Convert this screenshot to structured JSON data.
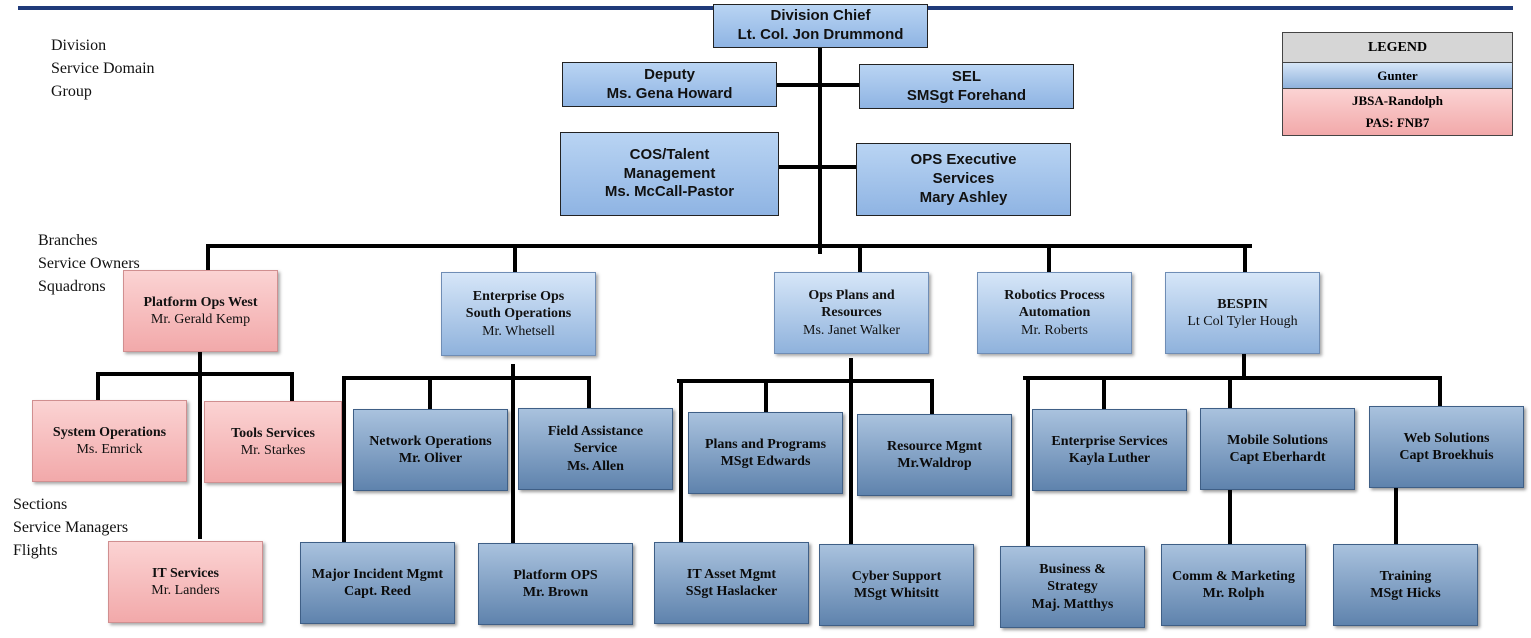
{
  "labels": {
    "division": [
      "Division",
      "Service Domain",
      "Group"
    ],
    "branches": [
      "Branches",
      "Service Owners",
      "Squadrons"
    ],
    "sections": [
      "Sections",
      "Service Managers",
      "Flights"
    ]
  },
  "legend": {
    "title": "LEGEND",
    "gunter": "Gunter",
    "randolph": "JBSA-Randolph",
    "pas": "PAS: FNB7"
  },
  "leadership": {
    "chief": [
      "Division Chief",
      "Lt. Col. Jon Drummond"
    ],
    "deputy": [
      "Deputy",
      "Ms. Gena Howard"
    ],
    "sel": [
      "SEL",
      "SMSgt Forehand"
    ],
    "cos": [
      "COS/Talent",
      "Management",
      "Ms. McCall-Pastor"
    ],
    "ops_exec": [
      "OPS Executive",
      "Services",
      "Mary Ashley"
    ]
  },
  "branches": {
    "platform_ops_west": [
      "Platform Ops West",
      "Mr. Gerald Kemp"
    ],
    "enterprise_ops_south": [
      "Enterprise Ops",
      "South Operations",
      "Mr. Whetsell"
    ],
    "ops_plans": [
      "Ops Plans and",
      "Resources",
      "Ms. Janet Walker"
    ],
    "robotics": [
      "Robotics Process",
      "Automation",
      "Mr. Roberts"
    ],
    "bespin": [
      "BESPIN",
      "Lt Col Tyler Hough"
    ]
  },
  "sections": {
    "system_operations": [
      "System Operations",
      "Ms. Emrick"
    ],
    "tools_services": [
      "Tools Services",
      "Mr. Starkes"
    ],
    "it_services": [
      "IT Services",
      "Mr. Landers"
    ],
    "network_operations": [
      "Network Operations",
      "Mr. Oliver"
    ],
    "field_assistance": [
      "Field Assistance",
      "Service",
      "Ms. Allen"
    ],
    "major_incident": [
      "Major Incident Mgmt",
      "Capt. Reed"
    ],
    "platform_ops": [
      "Platform OPS",
      "Mr. Brown"
    ],
    "plans_programs": [
      "Plans and Programs",
      "MSgt Edwards"
    ],
    "resource_mgmt": [
      "Resource Mgmt",
      "Mr.Waldrop"
    ],
    "it_asset": [
      "IT Asset Mgmt",
      "SSgt Haslacker"
    ],
    "cyber_support": [
      "Cyber Support",
      "MSgt Whitsitt"
    ],
    "enterprise_services": [
      "Enterprise Services",
      "Kayla Luther"
    ],
    "mobile_solutions": [
      "Mobile Solutions",
      "Capt Eberhardt"
    ],
    "web_solutions": [
      "Web Solutions",
      "Capt Broekhuis"
    ],
    "business_strategy": [
      "Business &",
      "Strategy",
      "Maj. Matthys"
    ],
    "comm_marketing": [
      "Comm & Marketing",
      "Mr. Rolph"
    ],
    "training": [
      "Training",
      "MSgt Hicks"
    ]
  },
  "colors": {
    "gunter": "#a9c8ee",
    "randolph": "#f5b8b9",
    "section_steel": "#7d9cc3",
    "connector": "#000000",
    "top_bar": "#1f3a7a"
  }
}
